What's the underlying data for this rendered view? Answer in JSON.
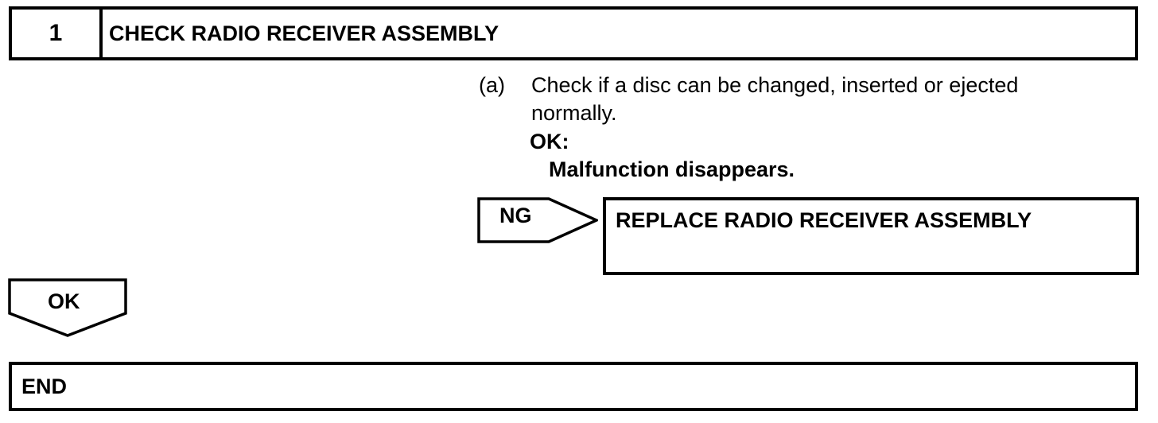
{
  "step": {
    "number": "1",
    "title": "CHECK RADIO RECEIVER ASSEMBLY"
  },
  "instruction": {
    "marker": "(a)",
    "text": "Check if a disc can be changed, inserted or ejected normally."
  },
  "ok_criteria": {
    "label": "OK:",
    "text": "Malfunction disappears."
  },
  "ng_branch": {
    "label": "NG",
    "result": "REPLACE RADIO RECEIVER ASSEMBLY"
  },
  "ok_branch": {
    "label": "OK"
  },
  "end": {
    "label": "END"
  }
}
